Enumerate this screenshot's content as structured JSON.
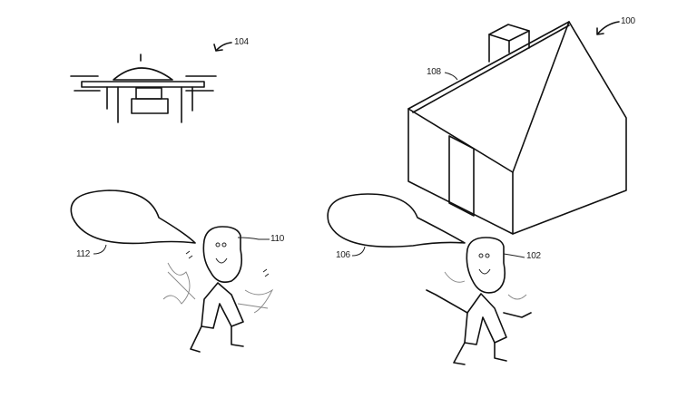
{
  "figure": {
    "labels": {
      "house_scene": "100",
      "person_house": "102",
      "uav": "104",
      "bubble_house": "106",
      "roof": "108",
      "person_uav": "110",
      "bubble_uav": "112"
    }
  }
}
